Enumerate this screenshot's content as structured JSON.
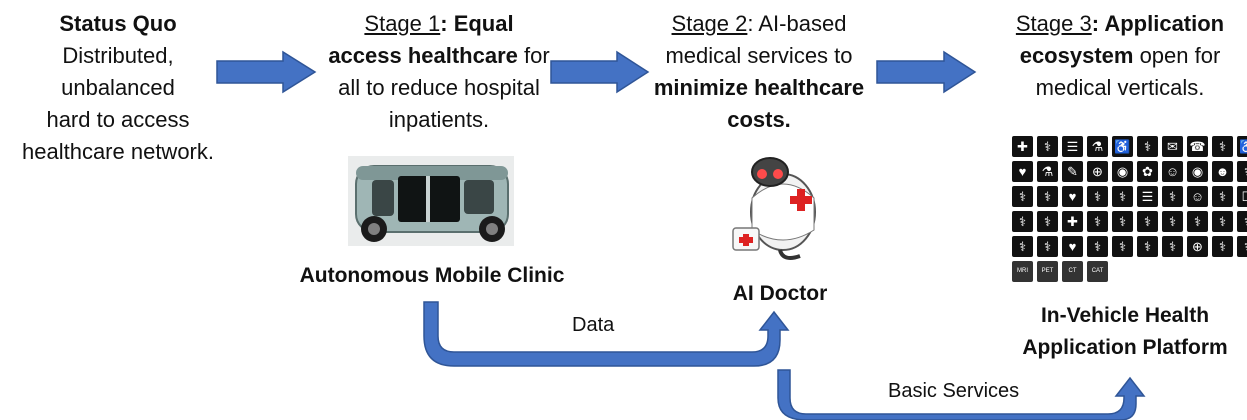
{
  "colors": {
    "arrow": "#4472C4",
    "arrow_dark": "#2F5597",
    "text": "#111111"
  },
  "status_quo": {
    "title": "Status Quo",
    "lines": [
      "Distributed,",
      "unbalanced",
      "hard to access",
      "healthcare network."
    ]
  },
  "stage1": {
    "label": "Stage 1",
    "colon": ":",
    "heading": " Equal access healthcare",
    "rest": " for all to reduce hospital inpatients."
  },
  "stage2": {
    "label": "Stage 2",
    "text": ": AI-based medical services to ",
    "bold": "minimize healthcare costs."
  },
  "stage3": {
    "label": "Stage 3",
    "bold_a": ": Application",
    "bold_b": "ecosystem",
    "rest": " open for medical verticals."
  },
  "images": {
    "clinic_caption": "Autonomous Mobile Clinic",
    "doctor_caption": "AI Doctor",
    "platform_caption_line1": "In-Vehicle Health",
    "platform_caption_line2": "Application Platform"
  },
  "flows": {
    "data_label": "Data",
    "services_label": "Basic Services"
  },
  "icon_grid": {
    "icons": [
      "✚",
      "⚕",
      "☰",
      "⚗",
      "♿",
      "⚕",
      "✉",
      "☎",
      "⚕",
      "♿",
      "♥",
      "⚗",
      "✎",
      "⊕",
      "◉",
      "✿",
      "☺",
      "◉",
      "☻",
      "⚕",
      "⚕",
      "⚕",
      "♥",
      "⚕",
      "⚕",
      "☰",
      "⚕",
      "☺",
      "⚕",
      "☐",
      "⚕",
      "⚕",
      "✚",
      "⚕",
      "⚕",
      "⚕",
      "⚕",
      "⚕",
      "⚕",
      "⚕",
      "⚕",
      "⚕",
      "♥",
      "⚕",
      "⚕",
      "⚕",
      "⚕",
      "⊕",
      "⚕",
      "⚕"
    ],
    "scan_labels": [
      "MRI",
      "PET",
      "CT",
      "CAT"
    ]
  }
}
